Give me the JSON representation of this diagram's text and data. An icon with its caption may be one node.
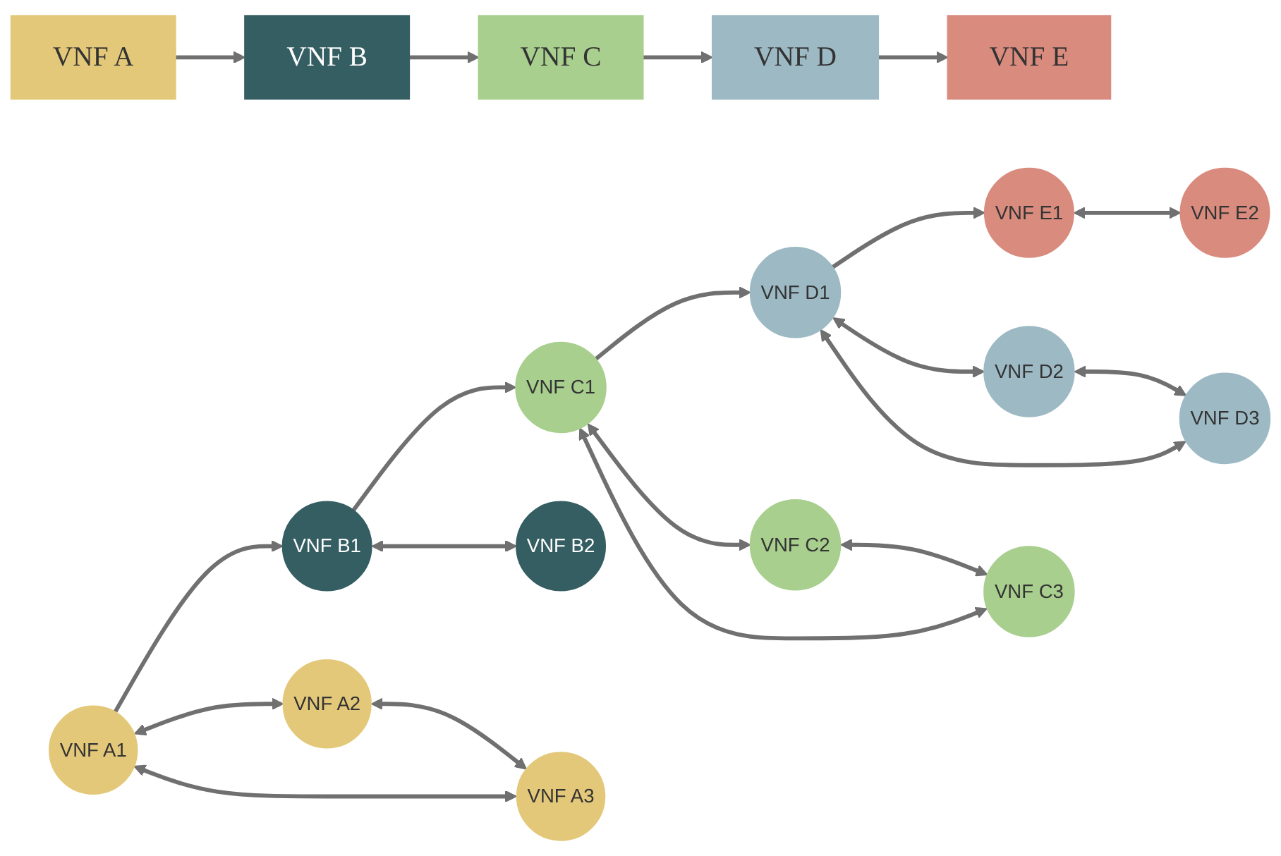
{
  "diagram": {
    "nodes": [
      {
        "text": [
          "VNF A"
        ]
      },
      {
        "text": [
          "VNF B"
        ]
      },
      {
        "text": [
          "VNF C"
        ]
      },
      {
        "text": [
          "VNF D"
        ]
      },
      {
        "text": [
          "VNF E"
        ]
      },
      {
        "text": [
          "VNF A1"
        ]
      },
      {
        "text": [
          "VNF B1"
        ]
      },
      {
        "text": [
          "VNF C1"
        ]
      },
      {
        "text": [
          "VNF D1"
        ]
      },
      {
        "text": [
          "VNF E1"
        ]
      },
      {
        "text": [
          "VNF A2"
        ]
      },
      {
        "text": [
          "VNF B2"
        ]
      },
      {
        "text": [
          "VNF C2"
        ]
      },
      {
        "text": [
          "VNF D2"
        ]
      },
      {
        "text": [
          "VNF E2"
        ]
      },
      {
        "text": [
          "VNF A3"
        ]
      },
      {
        "text": [
          "VNF C3"
        ]
      },
      {
        "text": [
          "VNF D3"
        ]
      }
    ],
    "edges": [
      {
        "from": 0,
        "to": 1,
        "arrow": "to"
      },
      {
        "from": 1,
        "to": 2,
        "arrow": "to"
      },
      {
        "from": 2,
        "to": 3,
        "arrow": "to"
      },
      {
        "from": 3,
        "to": 4,
        "arrow": "to"
      },
      {
        "from": 5,
        "to": 6,
        "arrow": "to"
      },
      {
        "from": 6,
        "to": 7,
        "arrow": "to"
      },
      {
        "from": 7,
        "to": 8,
        "arrow": "to"
      },
      {
        "from": 8,
        "to": 9,
        "arrow": "to"
      },
      {
        "from": 5,
        "to": 10,
        "arrow": "both"
      },
      {
        "from": 10,
        "to": 15,
        "arrow": "both"
      },
      {
        "from": 15,
        "to": 5,
        "arrow": "both"
      },
      {
        "from": 6,
        "to": 11,
        "arrow": "both"
      },
      {
        "from": 7,
        "to": 12,
        "arrow": "both"
      },
      {
        "from": 12,
        "to": 16,
        "arrow": "both"
      },
      {
        "from": 16,
        "to": 7,
        "arrow": "both"
      },
      {
        "from": 8,
        "to": 13,
        "arrow": "both"
      },
      {
        "from": 13,
        "to": 17,
        "arrow": "both"
      },
      {
        "from": 17,
        "to": 8,
        "arrow": "both"
      },
      {
        "from": 9,
        "to": 14,
        "arrow": "both"
      }
    ]
  }
}
